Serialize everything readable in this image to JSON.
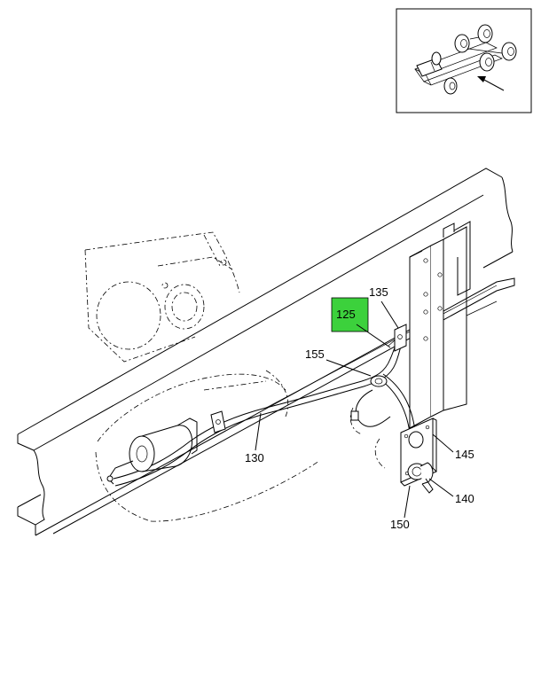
{
  "callouts": {
    "c125": "125",
    "c135": "135",
    "c155": "155",
    "c130": "130",
    "c145": "145",
    "c140": "140",
    "c150": "150"
  },
  "colors": {
    "highlight": "#3cd13c",
    "line": "#000000",
    "background": "#ffffff"
  }
}
